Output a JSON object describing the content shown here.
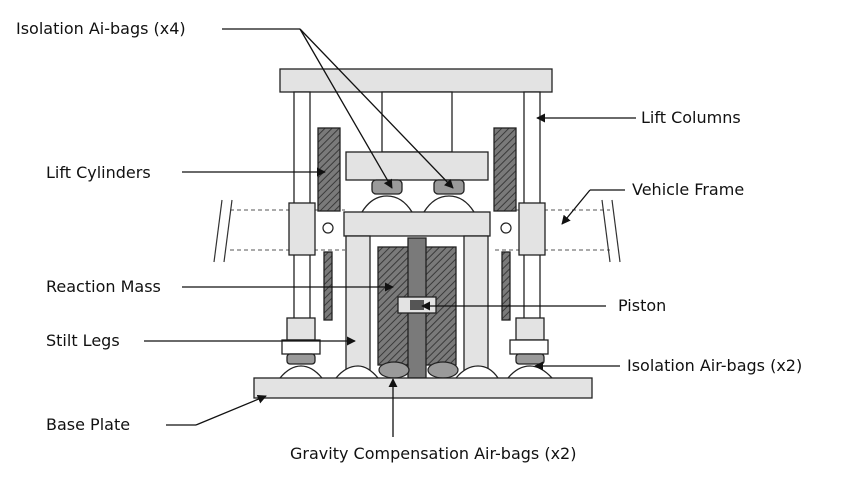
{
  "diagram": {
    "labels": {
      "isolation_ai_bags": "Isolation Ai-bags (x4)",
      "lift_columns": "Lift Columns",
      "lift_cylinders": "Lift Cylinders",
      "vehicle_frame": "Vehicle Frame",
      "reaction_mass": "Reaction Mass",
      "piston": "Piston",
      "stilt_legs": "Stilt Legs",
      "isolation_air_bags": "Isolation Air-bags (x2)",
      "base_plate": "Base Plate",
      "gravity_compensation_air_bags": "Gravity Compensation Air-bags (x2)"
    },
    "colors": {
      "part_fill": "#e3e3e3",
      "hatch": "#555555",
      "line": "#111111",
      "background": "#ffffff"
    }
  }
}
